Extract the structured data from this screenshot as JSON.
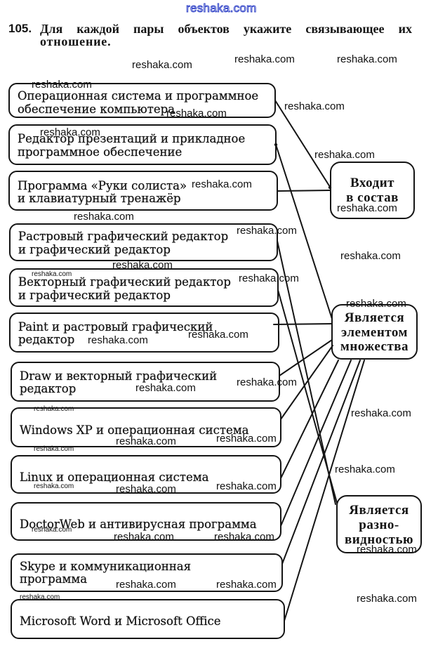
{
  "watermark": "reshaka.com",
  "exercise": {
    "number": "105.",
    "prompt_lines": [
      "Для каждой пары объектов укажите связывающее их",
      "отношение."
    ]
  },
  "pairs": [
    {
      "lines": [
        "Операционная система и программное",
        "обеспечение компьютера"
      ],
      "relation": "part_of"
    },
    {
      "lines": [
        "Редактор презентаций и прикладное",
        "программное обеспечение"
      ],
      "relation": "element_of"
    },
    {
      "lines": [
        "Программа «Руки солиста»",
        "и клавиатурный тренажёр"
      ],
      "relation": "part_of"
    },
    {
      "lines": [
        "Растровый графический редактор",
        "и графический редактор"
      ],
      "relation": "kind_of"
    },
    {
      "lines": [
        "Векторный графический редактор",
        "и графический редактор"
      ],
      "relation": "kind_of"
    },
    {
      "lines": [
        "Paint и растровый графический",
        "редактор"
      ],
      "relation": "element_of"
    },
    {
      "lines": [
        "Draw и векторный графический",
        "редактор"
      ],
      "relation": "element_of"
    },
    {
      "lines": [
        "Windows XP и операционная система"
      ],
      "relation": "element_of"
    },
    {
      "lines": [
        "Linux и операционная система"
      ],
      "relation": "element_of"
    },
    {
      "lines": [
        "DoctorWeb и антивирусная программа"
      ],
      "relation": "element_of"
    },
    {
      "lines": [
        "Skype и коммуникационная",
        "программа"
      ],
      "relation": "element_of"
    },
    {
      "lines": [
        "Microsoft Word и Microsoft Office"
      ],
      "relation": "element_of"
    }
  ],
  "relations": {
    "part_of": {
      "lines": [
        "Входит",
        "в состав"
      ]
    },
    "element_of": {
      "lines": [
        "Является",
        "элементом",
        "множества"
      ]
    },
    "kind_of": {
      "lines": [
        "Является",
        "разно-",
        "видностью"
      ]
    }
  }
}
